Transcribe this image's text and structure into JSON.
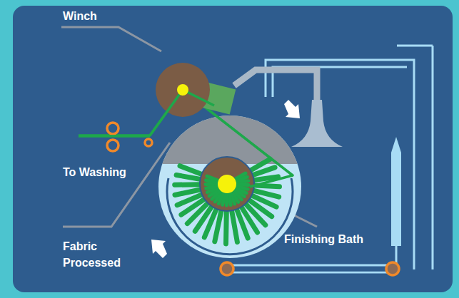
{
  "diagram": {
    "labels": [
      "Winch",
      "To Washing",
      "Fabric Processed",
      "Finishing Bath"
    ]
  }
}
